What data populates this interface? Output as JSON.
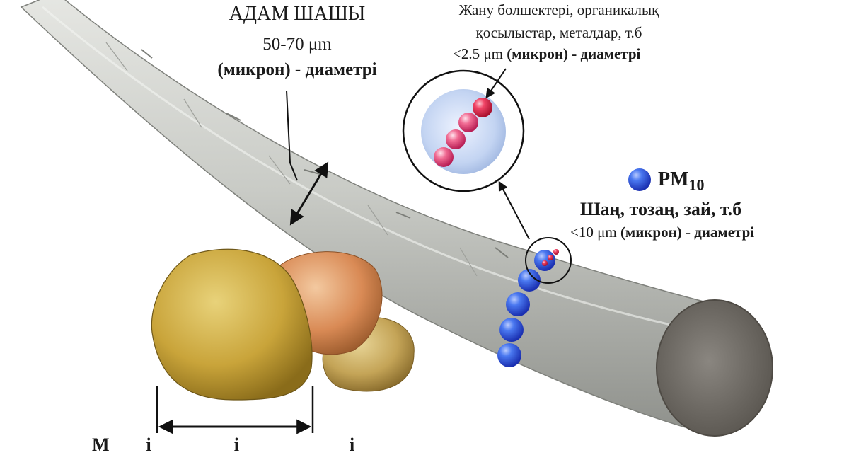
{
  "hair": {
    "title": "АДАМ ШАШЫ",
    "size": "50-70 μm",
    "desc": "(микрон) - диаметрі"
  },
  "pm25": {
    "line1": "Жану бөлшектері,  органикалық",
    "line2": "қосылыстар, металдар, т.б",
    "size": "<2.5 μm",
    "desc": "(микрон) - диаметрі"
  },
  "pm10": {
    "label": "PM",
    "sub": "10",
    "desc_main": "Шаң, тозаң, зай, т.б",
    "size": "<10 μm",
    "desc": "(микрон) - диаметрі"
  },
  "sand": {
    "label_partial": "М        і                  і                        і"
  },
  "colors": {
    "hair": "#c9cbc6",
    "pm10": "#2d56e6",
    "pm25": "#e0244a",
    "sand": "#c9a43a",
    "text": "#1a1a1a"
  }
}
